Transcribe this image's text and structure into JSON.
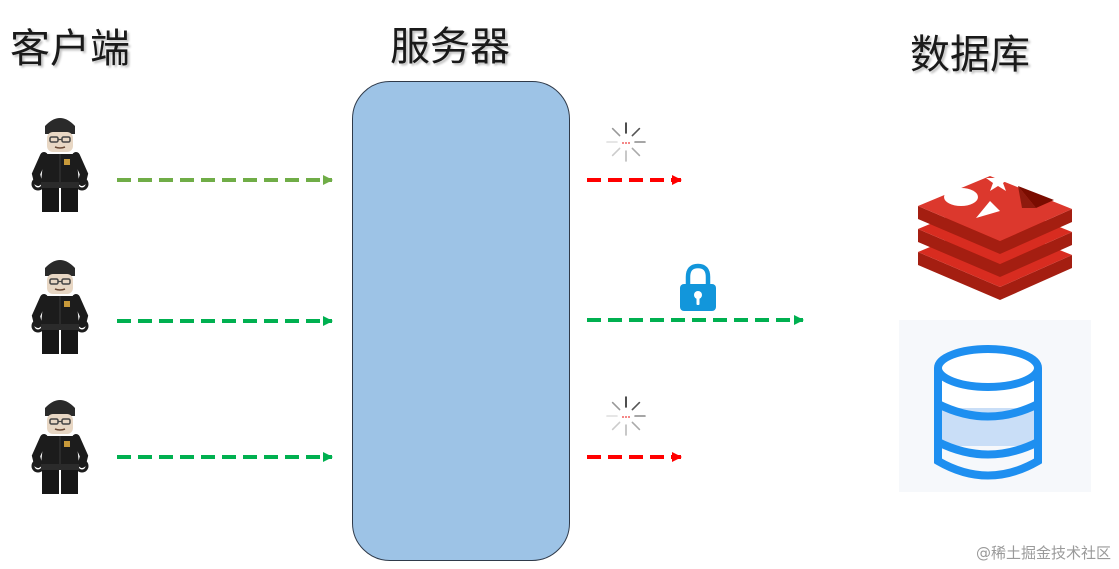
{
  "labels": {
    "client": "客户端",
    "server": "服务器",
    "database": "数据库"
  },
  "watermark": "@稀土掘金技术社区",
  "colors": {
    "server_fill": "#9dc3e6",
    "arrow_first_client": "#70ad47",
    "arrow_green": "#00b050",
    "arrow_blocked": "#ff0000",
    "lock": "#1296db",
    "redis": "#d82c20",
    "db_icon": "#1e8ff0"
  },
  "icons": {
    "client": "person-figure-icon",
    "lock": "lock-icon",
    "loading": "loading-spinner-icon",
    "cache": "redis-icon",
    "database": "database-icon"
  }
}
